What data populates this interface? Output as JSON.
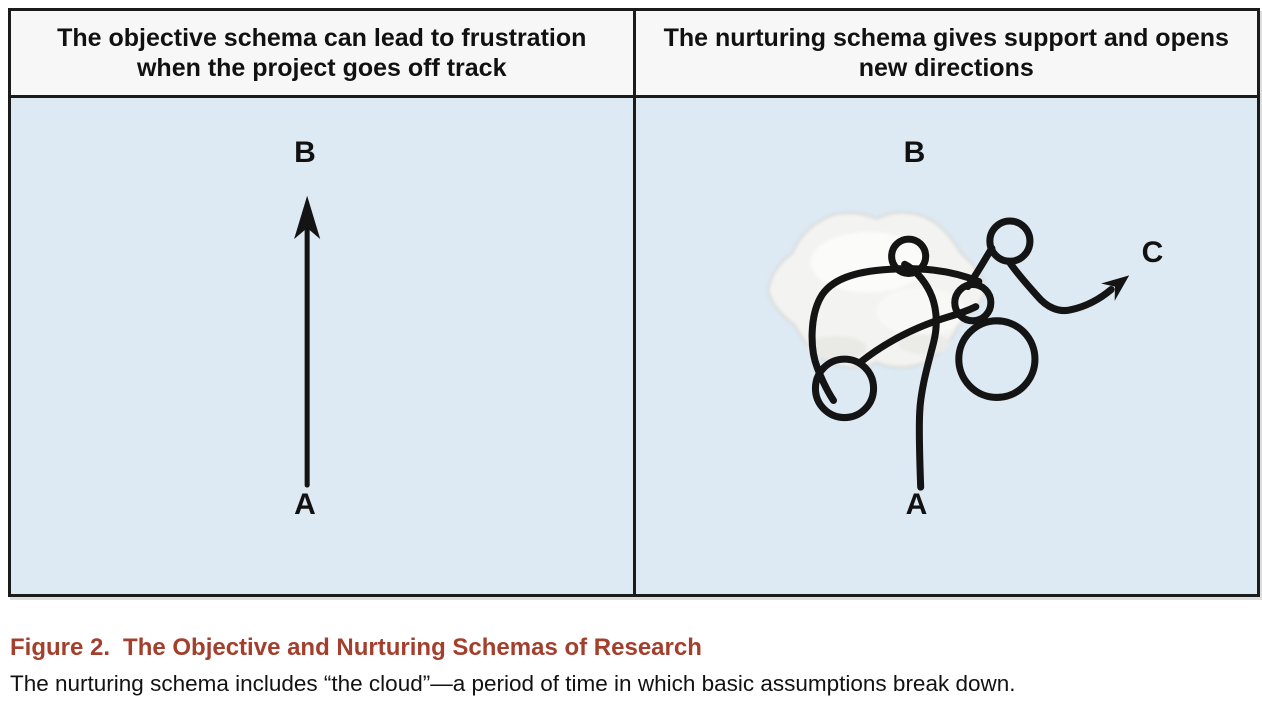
{
  "left_panel": {
    "header": "The objective schema can lead to frustration when the project goes off track",
    "label_a": "A",
    "label_b": "B"
  },
  "right_panel": {
    "header": "The nurturing schema gives support and opens new directions",
    "label_a": "A",
    "label_b": "B",
    "label_c": "C"
  },
  "caption": {
    "figure_label": "Figure 2.",
    "title": "The Objective and Nurturing Schemas of Research",
    "description": "The nurturing schema includes “the cloud”—a period of time in which basic assumptions break down."
  },
  "colors": {
    "panel_background": "#dde9f3",
    "header_background": "#f6f7f6",
    "border": "#1b1b1b",
    "ink": "#141414",
    "caption_accent": "#a33f2c",
    "cloud_fill": "#f3f3f1",
    "cloud_edge": "#d9d9d5"
  }
}
